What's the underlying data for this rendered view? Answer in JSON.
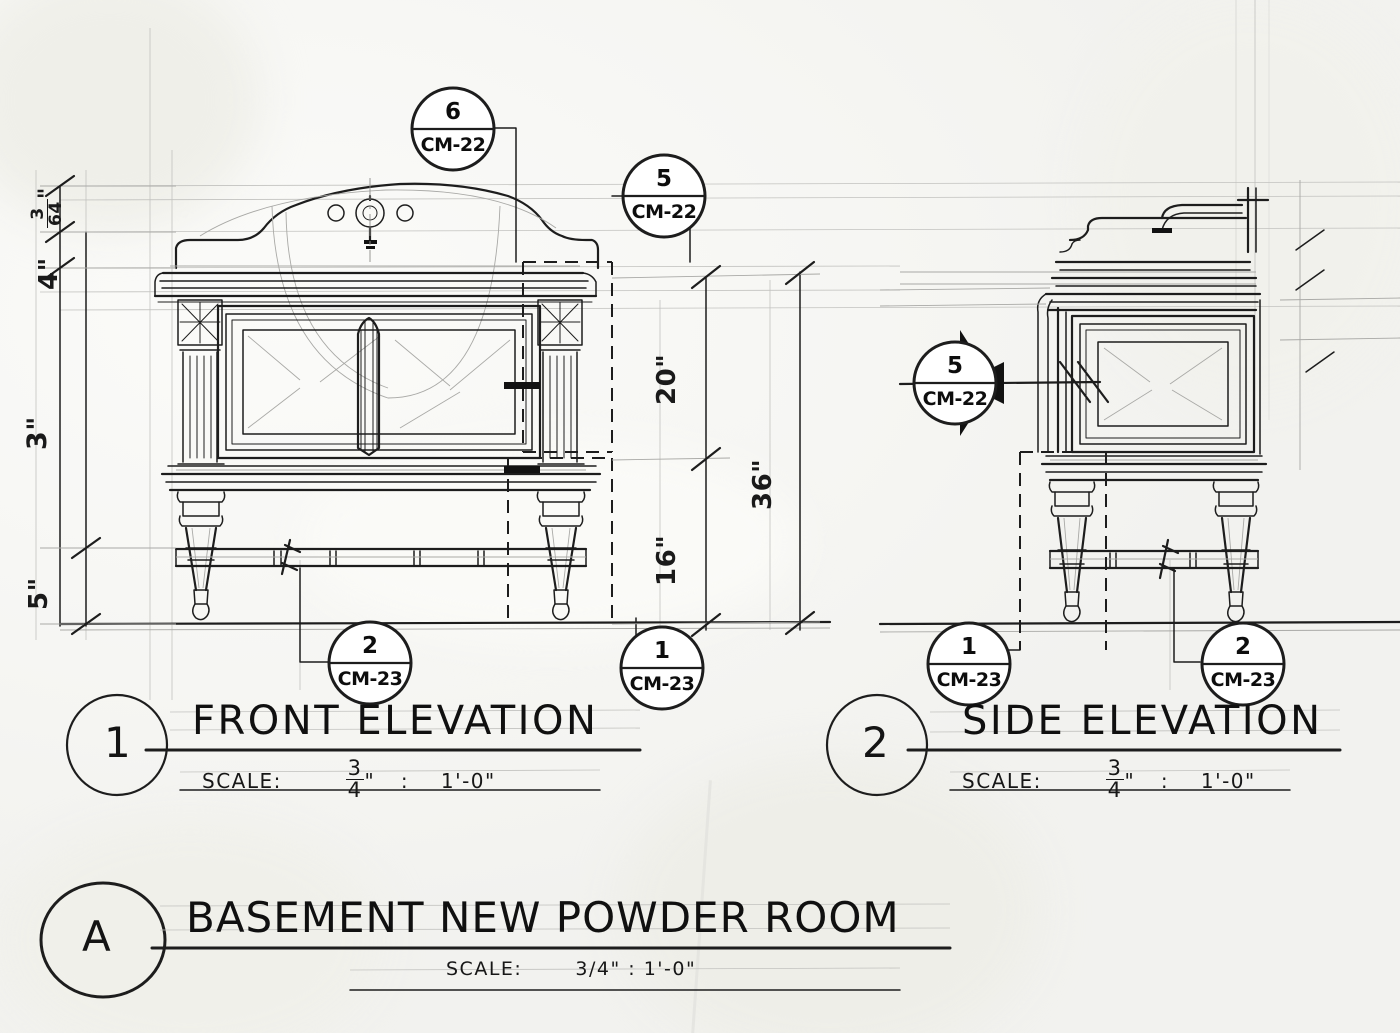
{
  "sheet": {
    "background_color": "#f5f5f2",
    "ink_color": "#1a1a1a",
    "drawing_type": "hand-drawn architectural millwork elevation"
  },
  "views": [
    {
      "marker": "1",
      "title": "FRONT ELEVATION",
      "scale_label": "SCALE:",
      "scale_num": "3",
      "scale_den": "4",
      "scale_unit": "\"",
      "scale_sep": ":",
      "scale_value": "1'-0\"",
      "subject": "powder room vanity front elevation"
    },
    {
      "marker": "2",
      "title": "SIDE ELEVATION",
      "scale_label": "SCALE:",
      "scale_num": "3",
      "scale_den": "4",
      "scale_unit": "\"",
      "scale_sep": ":",
      "scale_value": "1'-0\"",
      "subject": "powder room vanity side elevation"
    }
  ],
  "sheet_title": {
    "marker": "A",
    "text": "BASEMENT NEW POWDER ROOM",
    "scale_label": "SCALE:",
    "scale_value": "3/4\" : 1'-0\""
  },
  "dimensions": {
    "front": [
      {
        "id": "backsplash-height",
        "text": "3/64\"",
        "num": "3",
        "den": "64",
        "unit": "\""
      },
      {
        "id": "backsplash-overall",
        "text": "4\""
      },
      {
        "id": "cabinet-body-height",
        "text": "3\""
      },
      {
        "id": "leg-base-height",
        "text": "5\""
      },
      {
        "id": "upper-box-height",
        "text": "20\""
      },
      {
        "id": "lower-leg-height",
        "text": "16\""
      },
      {
        "id": "overall-height",
        "text": "36\""
      }
    ]
  },
  "callouts": [
    {
      "id": "callout-6-cm22",
      "number": "6",
      "sheet": "CM-22",
      "shape": "circle",
      "view": "front",
      "position": "top-left"
    },
    {
      "id": "callout-5-cm22-front",
      "number": "5",
      "sheet": "CM-22",
      "shape": "circle",
      "view": "front",
      "position": "top-right"
    },
    {
      "id": "callout-2-cm23-front",
      "number": "2",
      "sheet": "CM-23",
      "shape": "circle",
      "view": "front",
      "position": "bottom-left"
    },
    {
      "id": "callout-1-cm23-front",
      "number": "1",
      "sheet": "CM-23",
      "shape": "circle",
      "view": "front",
      "position": "bottom-right"
    },
    {
      "id": "callout-5-cm22-side",
      "number": "5",
      "sheet": "CM-22",
      "shape": "section-arrow",
      "view": "side",
      "position": "mid-left"
    },
    {
      "id": "callout-1-cm23-side",
      "number": "1",
      "sheet": "CM-23",
      "shape": "circle",
      "view": "side",
      "position": "bottom-left"
    },
    {
      "id": "callout-2-cm23-side",
      "number": "2",
      "sheet": "CM-23",
      "shape": "circle",
      "view": "side",
      "position": "bottom-right"
    }
  ]
}
